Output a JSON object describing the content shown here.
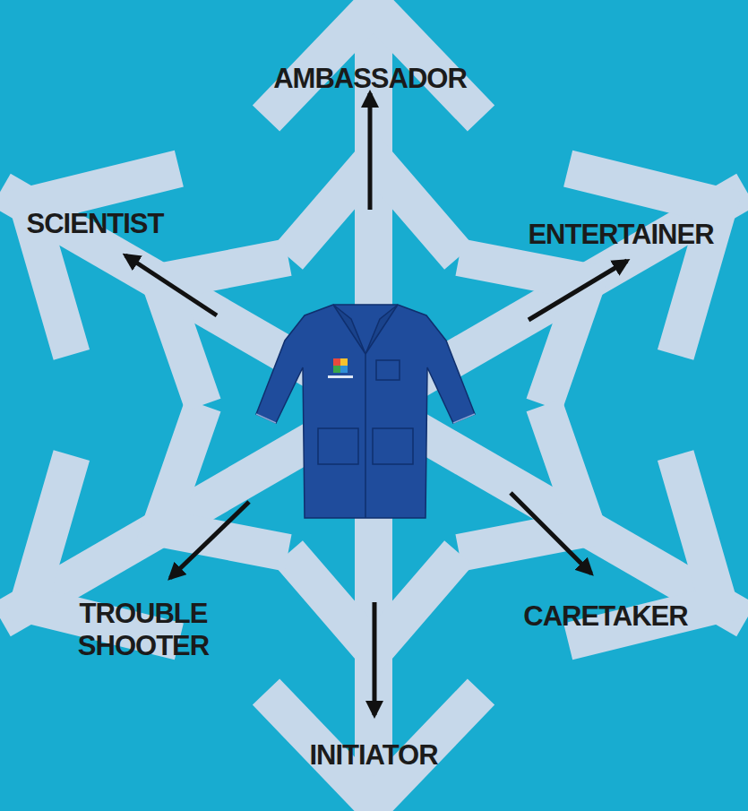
{
  "diagram": {
    "labels": [
      "AMBASSADOR",
      "SCIENTIST",
      "ENTERTAINER",
      "TROUBLE SHOOTER",
      "CARETAKER",
      "INITIATOR"
    ]
  }
}
